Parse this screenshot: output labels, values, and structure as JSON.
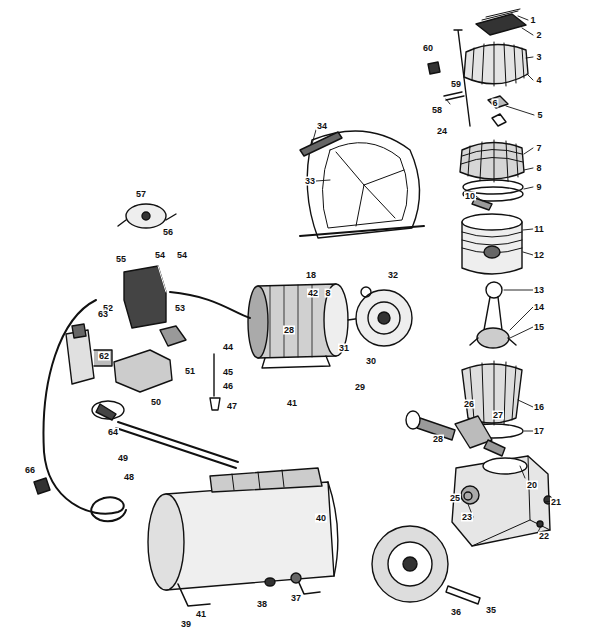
{
  "diagram": {
    "labels": [
      "1",
      "2",
      "3",
      "4",
      "5",
      "6",
      "7",
      "8",
      "9",
      "10",
      "11",
      "12",
      "13",
      "14",
      "15",
      "16",
      "17",
      "20",
      "21",
      "22",
      "23",
      "24",
      "25",
      "26",
      "27",
      "28",
      "29",
      "30",
      "31",
      "32",
      "33",
      "34",
      "35",
      "36",
      "37",
      "38",
      "39",
      "40",
      "41",
      "41",
      "42",
      "18",
      "8",
      "28",
      "44",
      "45",
      "46",
      "47",
      "48",
      "49",
      "50",
      "51",
      "52",
      "53",
      "54",
      "54",
      "55",
      "56",
      "57",
      "58",
      "59",
      "60",
      "62",
      "63",
      "64",
      "66"
    ]
  }
}
